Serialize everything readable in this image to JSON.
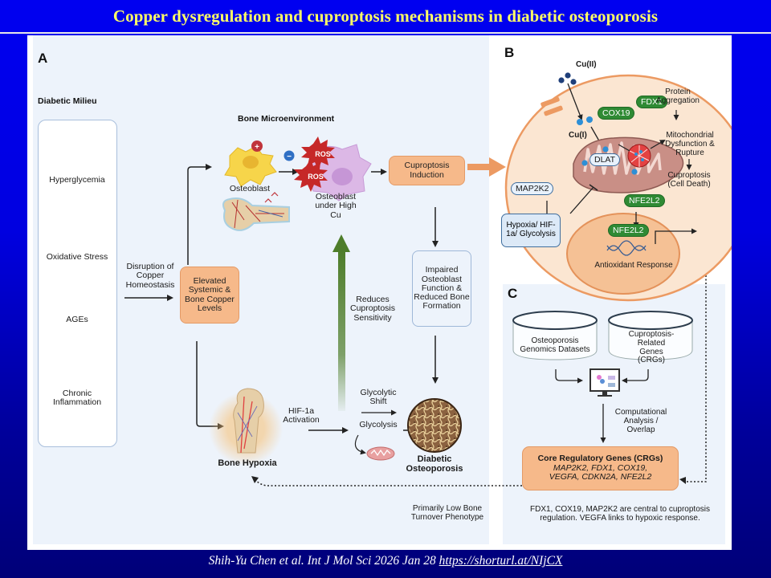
{
  "slide": {
    "title": "Copper dysregulation and cuproptosis mechanisms in diabetic osteoporosis",
    "citation_text": "Shih-Yu Chen et al. Int J Mol Sci 2026 Jan 28 ",
    "citation_link": "https://shorturl.at/NIjCX"
  },
  "panel_a": {
    "letter": "A",
    "milieu_heading": "Diabetic Milieu",
    "milieu_items": [
      "Hyperglycemia",
      "Oxidative Stress",
      "AGEs",
      "Chronic Inflammation"
    ],
    "ros_label": "ROS",
    "disruption_label": "Disruption of Copper Homeostasis",
    "elevated_copper_box": "Elevated Systemic & Bone Copper Levels",
    "bone_micro_heading": "Bone Microenvironment",
    "osteoblast_label": "Osteoblast",
    "plus_sign": "+",
    "minus_sign": "−",
    "osteoblast_high_cu_label": "Osteoblast under High Cu",
    "cuproptosis_induction_box": "Cuproptosis Induction",
    "impaired_box": "Impaired Osteoblast Function & Reduced Bone Formation",
    "reduces_label": "Reduces Cuproptosis Sensitivity",
    "hif_activation_label": "HIF-1a Activation",
    "glycolytic_shift_label": "Glycolytic Shift",
    "glycolysis_label": "Glycolysis",
    "bone_hypoxia_label": "Bone Hypoxia",
    "diabetic_osteoporosis_label": "Diabetic Osteoporosis",
    "phenotype_label": "Primarily Low Bone Turnover Phenotype"
  },
  "panel_b": {
    "letter": "B",
    "cu2_label": "Cu(II)",
    "cu1_label": "Cu(I)",
    "fdx1": "FDX1",
    "cox19": "COX19",
    "dlat": "DLAT",
    "map2k2": "MAP2K2",
    "nfe2l2_cyto": "NFE2L2",
    "nfe2l2_nucleus": "NFE2L2",
    "hypoxia_box": "Hypoxia/ HIF-1a/ Glycolysis",
    "protein_aggregation": "Protein Aggregation",
    "mito_dysfunction": "Mitochondrial Dysfunction & Rupture",
    "cuproptosis_death": "Cuproptosis (Cell Death)",
    "antioxidant_response": "Antioxidant Response"
  },
  "panel_c": {
    "letter": "C",
    "dataset_left": "Osteoporosis Genomics Datasets",
    "dataset_right": "Cuproptosis-Related Genes (CRGs)",
    "computational_label": "Computational Analysis / Overlap",
    "crg_title": "Core Regulatory Genes (CRGs)",
    "crg_genes": "MAP2K2, FDX1, COX19, VEGFA, CDKN2A, NFE2L2",
    "summary": "FDX1, COX19, MAP2K2 are central to cuproptosis regulation. VEGFA links to hypoxic response."
  },
  "colors": {
    "title_yellow": "#ffff66",
    "orange_box": "#f6b98a",
    "green_pill": "#2f8a34",
    "panel_bg": "#edf3fb",
    "ros_red": "#c62828",
    "green_arrow": "#4e7d2a"
  }
}
